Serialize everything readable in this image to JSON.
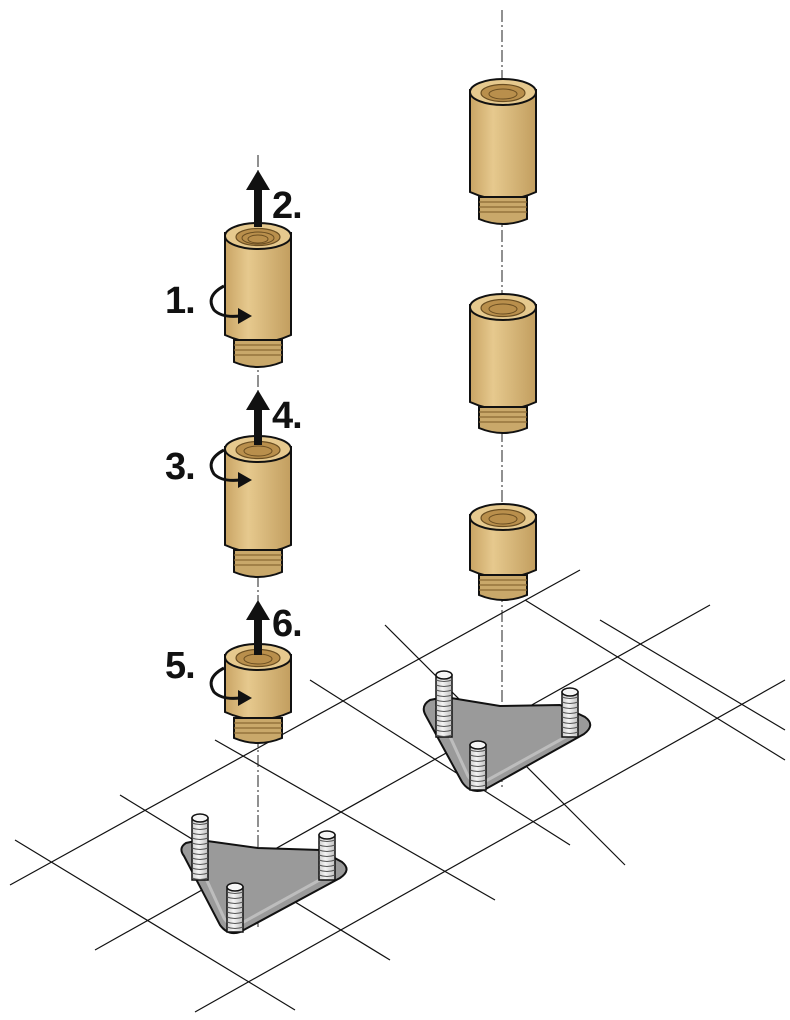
{
  "diagram": {
    "steps": [
      {
        "id": "1",
        "text": "1.",
        "kind": "rotate"
      },
      {
        "id": "2",
        "text": "2.",
        "kind": "lift"
      },
      {
        "id": "3",
        "text": "3.",
        "kind": "rotate"
      },
      {
        "id": "4",
        "text": "4.",
        "kind": "lift"
      },
      {
        "id": "5",
        "text": "5.",
        "kind": "rotate"
      },
      {
        "id": "6",
        "text": "6.",
        "kind": "lift"
      }
    ],
    "colors": {
      "brass": "#d9b877",
      "brass_dark": "#b8975a",
      "thread": "#c9a86a",
      "base_plate": "#9a9a9a",
      "stud": "#e8e8e8",
      "line": "#111111"
    },
    "icons": [
      "rotate-arrow-icon",
      "lift-arrow-icon"
    ]
  }
}
